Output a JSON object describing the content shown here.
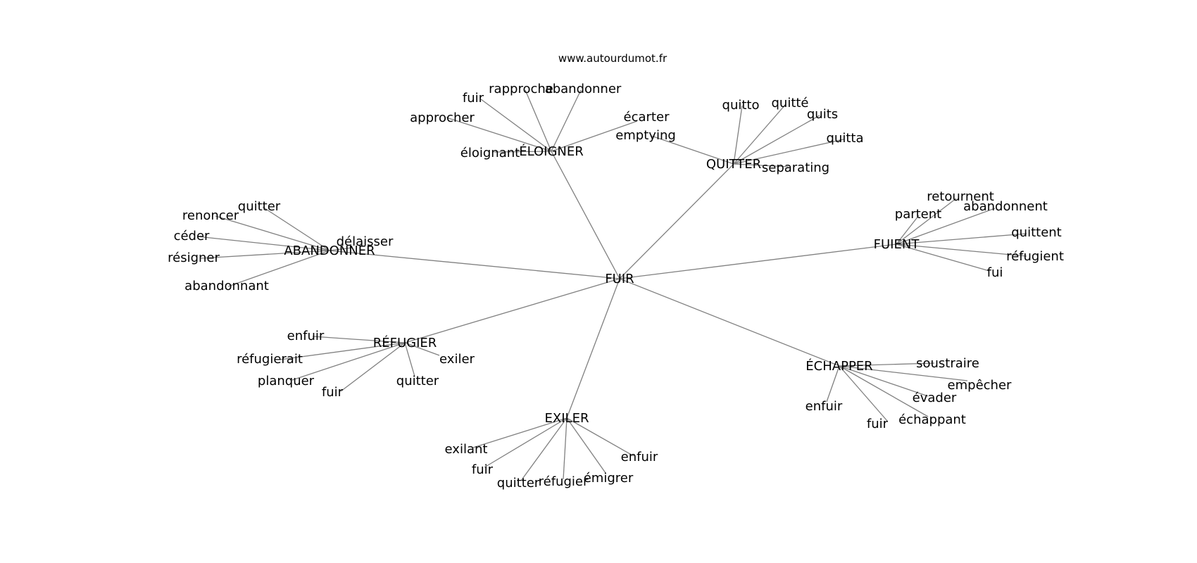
{
  "header": {
    "site": "www.autourdumot.fr"
  },
  "graph": {
    "center": "FUIR",
    "clusters": [
      {
        "hub": "ÉLOIGNER",
        "leaves": [
          "approcher",
          "fuir",
          "rapproche",
          "abandonner",
          "écarter",
          "éloignant"
        ]
      },
      {
        "hub": "QUITTER",
        "leaves": [
          "emptying",
          "quitto",
          "quitté",
          "quits",
          "quitta",
          "separating"
        ]
      },
      {
        "hub": "ABANDONNER",
        "leaves": [
          "quitter",
          "renoncer",
          "céder",
          "résigner",
          "abandonnant",
          "délaisser"
        ]
      },
      {
        "hub": "FUIENT",
        "leaves": [
          "retournent",
          "partent",
          "abandonnent",
          "quittent",
          "réfugient",
          "fui"
        ]
      },
      {
        "hub": "RÉFUGIER",
        "leaves": [
          "enfuir",
          "réfugierait",
          "planquer",
          "fuir",
          "quitter",
          "exiler"
        ]
      },
      {
        "hub": "ÉCHAPPER",
        "leaves": [
          "soustraire",
          "empêcher",
          "évader",
          "échappant",
          "fuir",
          "enfuir"
        ]
      },
      {
        "hub": "EXILER",
        "leaves": [
          "exilant",
          "fuir",
          "quitter",
          "réfugier",
          "émigrer",
          "enfuir"
        ]
      }
    ]
  }
}
